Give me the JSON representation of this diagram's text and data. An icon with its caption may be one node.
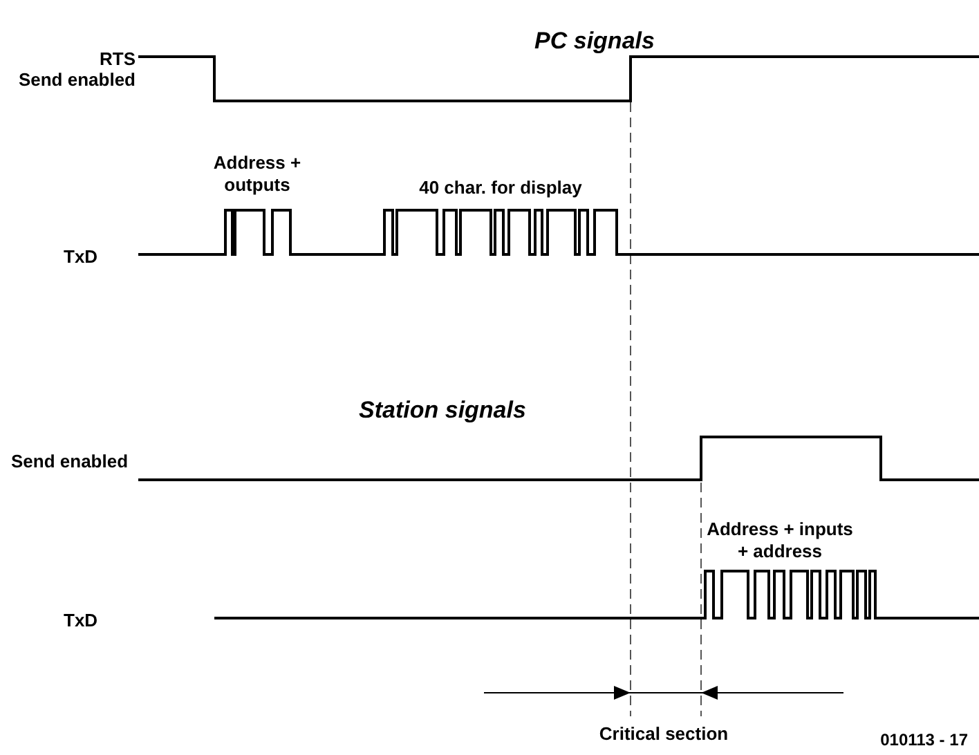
{
  "diagram": {
    "labels": [
      "PC signals",
      "RTS",
      "Send enabled",
      "Address + outputs",
      "40 char. for display",
      "TxD",
      "Station signals",
      "Send enabled",
      "Address + inputs + address",
      "TxD",
      "Critical section",
      "010113 - 17"
    ]
  }
}
